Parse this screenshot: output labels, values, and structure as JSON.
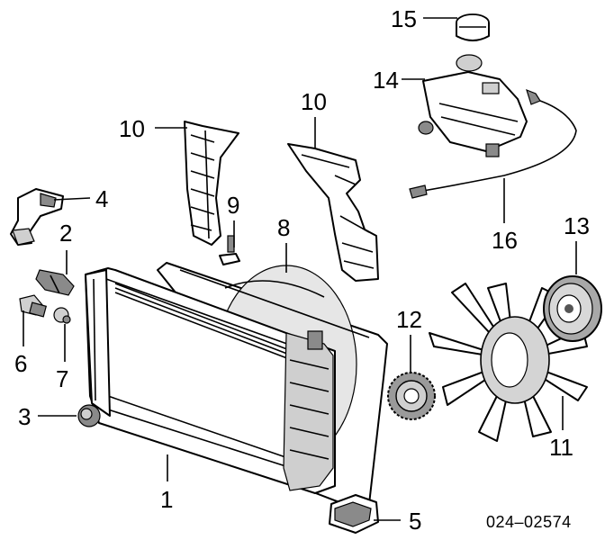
{
  "diagram": {
    "part_number": "024–02574",
    "callouts": {
      "c1": "1",
      "c2": "2",
      "c3": "3",
      "c4": "4",
      "c5": "5",
      "c6": "6",
      "c7": "7",
      "c8": "8",
      "c9": "9",
      "c10a": "10",
      "c10b": "10",
      "c11": "11",
      "c12": "12",
      "c13": "13",
      "c14": "14",
      "c15": "15",
      "c16": "16"
    }
  }
}
